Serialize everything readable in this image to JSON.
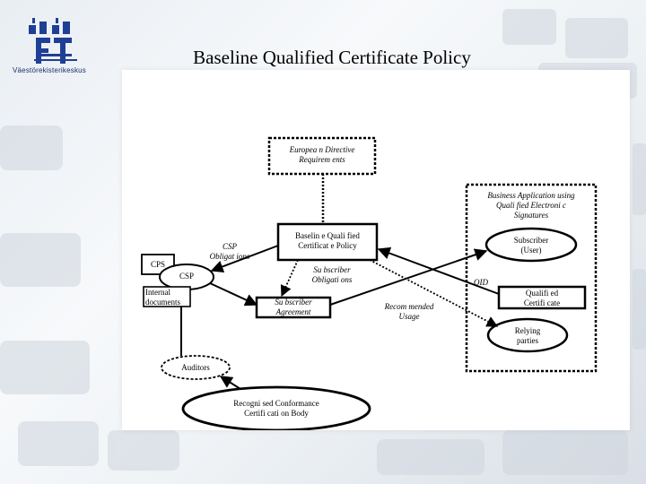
{
  "slide": {
    "title": "Baseline Qualified Certificate Policy",
    "logo_text": "Väestörekisterikeskus"
  },
  "diagram": {
    "european_directive": "Europea n Directive\nRequirem ents",
    "business_app": "Business Application using\nQuali fied Electroni c\nSignatures",
    "baseline_policy": "Baselin e Quali fied\nCertificat e Policy",
    "csp_obligations": "CSP\nObligat ions",
    "cps": "CPS",
    "csp": "CSP",
    "internal_docs": "Internal\ndocuments",
    "subscriber_obligations": "Su bscriber\nObligati ons",
    "subscriber_agreement": "Su bscriber\nAgreement",
    "recommended_usage": "Recom mended\nUsage",
    "oid": "OID",
    "subscriber_user": "Subscriber\n(User)",
    "qualified_certificate": "Qualifi ed\nCertifi cate",
    "relying_parties": "Relying\nparties",
    "auditors": "Auditors",
    "conformance_body": "Recogni sed Conformance\nCertifi cati on Body"
  }
}
